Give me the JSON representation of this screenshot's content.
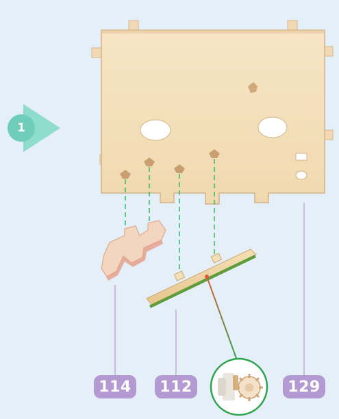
{
  "step": {
    "number": "1"
  },
  "parts": [
    {
      "id": "114"
    },
    {
      "id": "112"
    },
    {
      "id": "129"
    }
  ],
  "colors": {
    "background": "#e4eff8",
    "wood": "#f3dfbb",
    "wood_edge": "#d9b88c",
    "tag": "#b49ad2",
    "step_badge": "#7fd6c4",
    "guide_line": "#3dbb6a",
    "leader_line": "#b9a6cf",
    "detail_circle": "#2ea44f"
  },
  "icons": {
    "step": "play-arrow-icon",
    "detail": "gear-detail-icon"
  }
}
